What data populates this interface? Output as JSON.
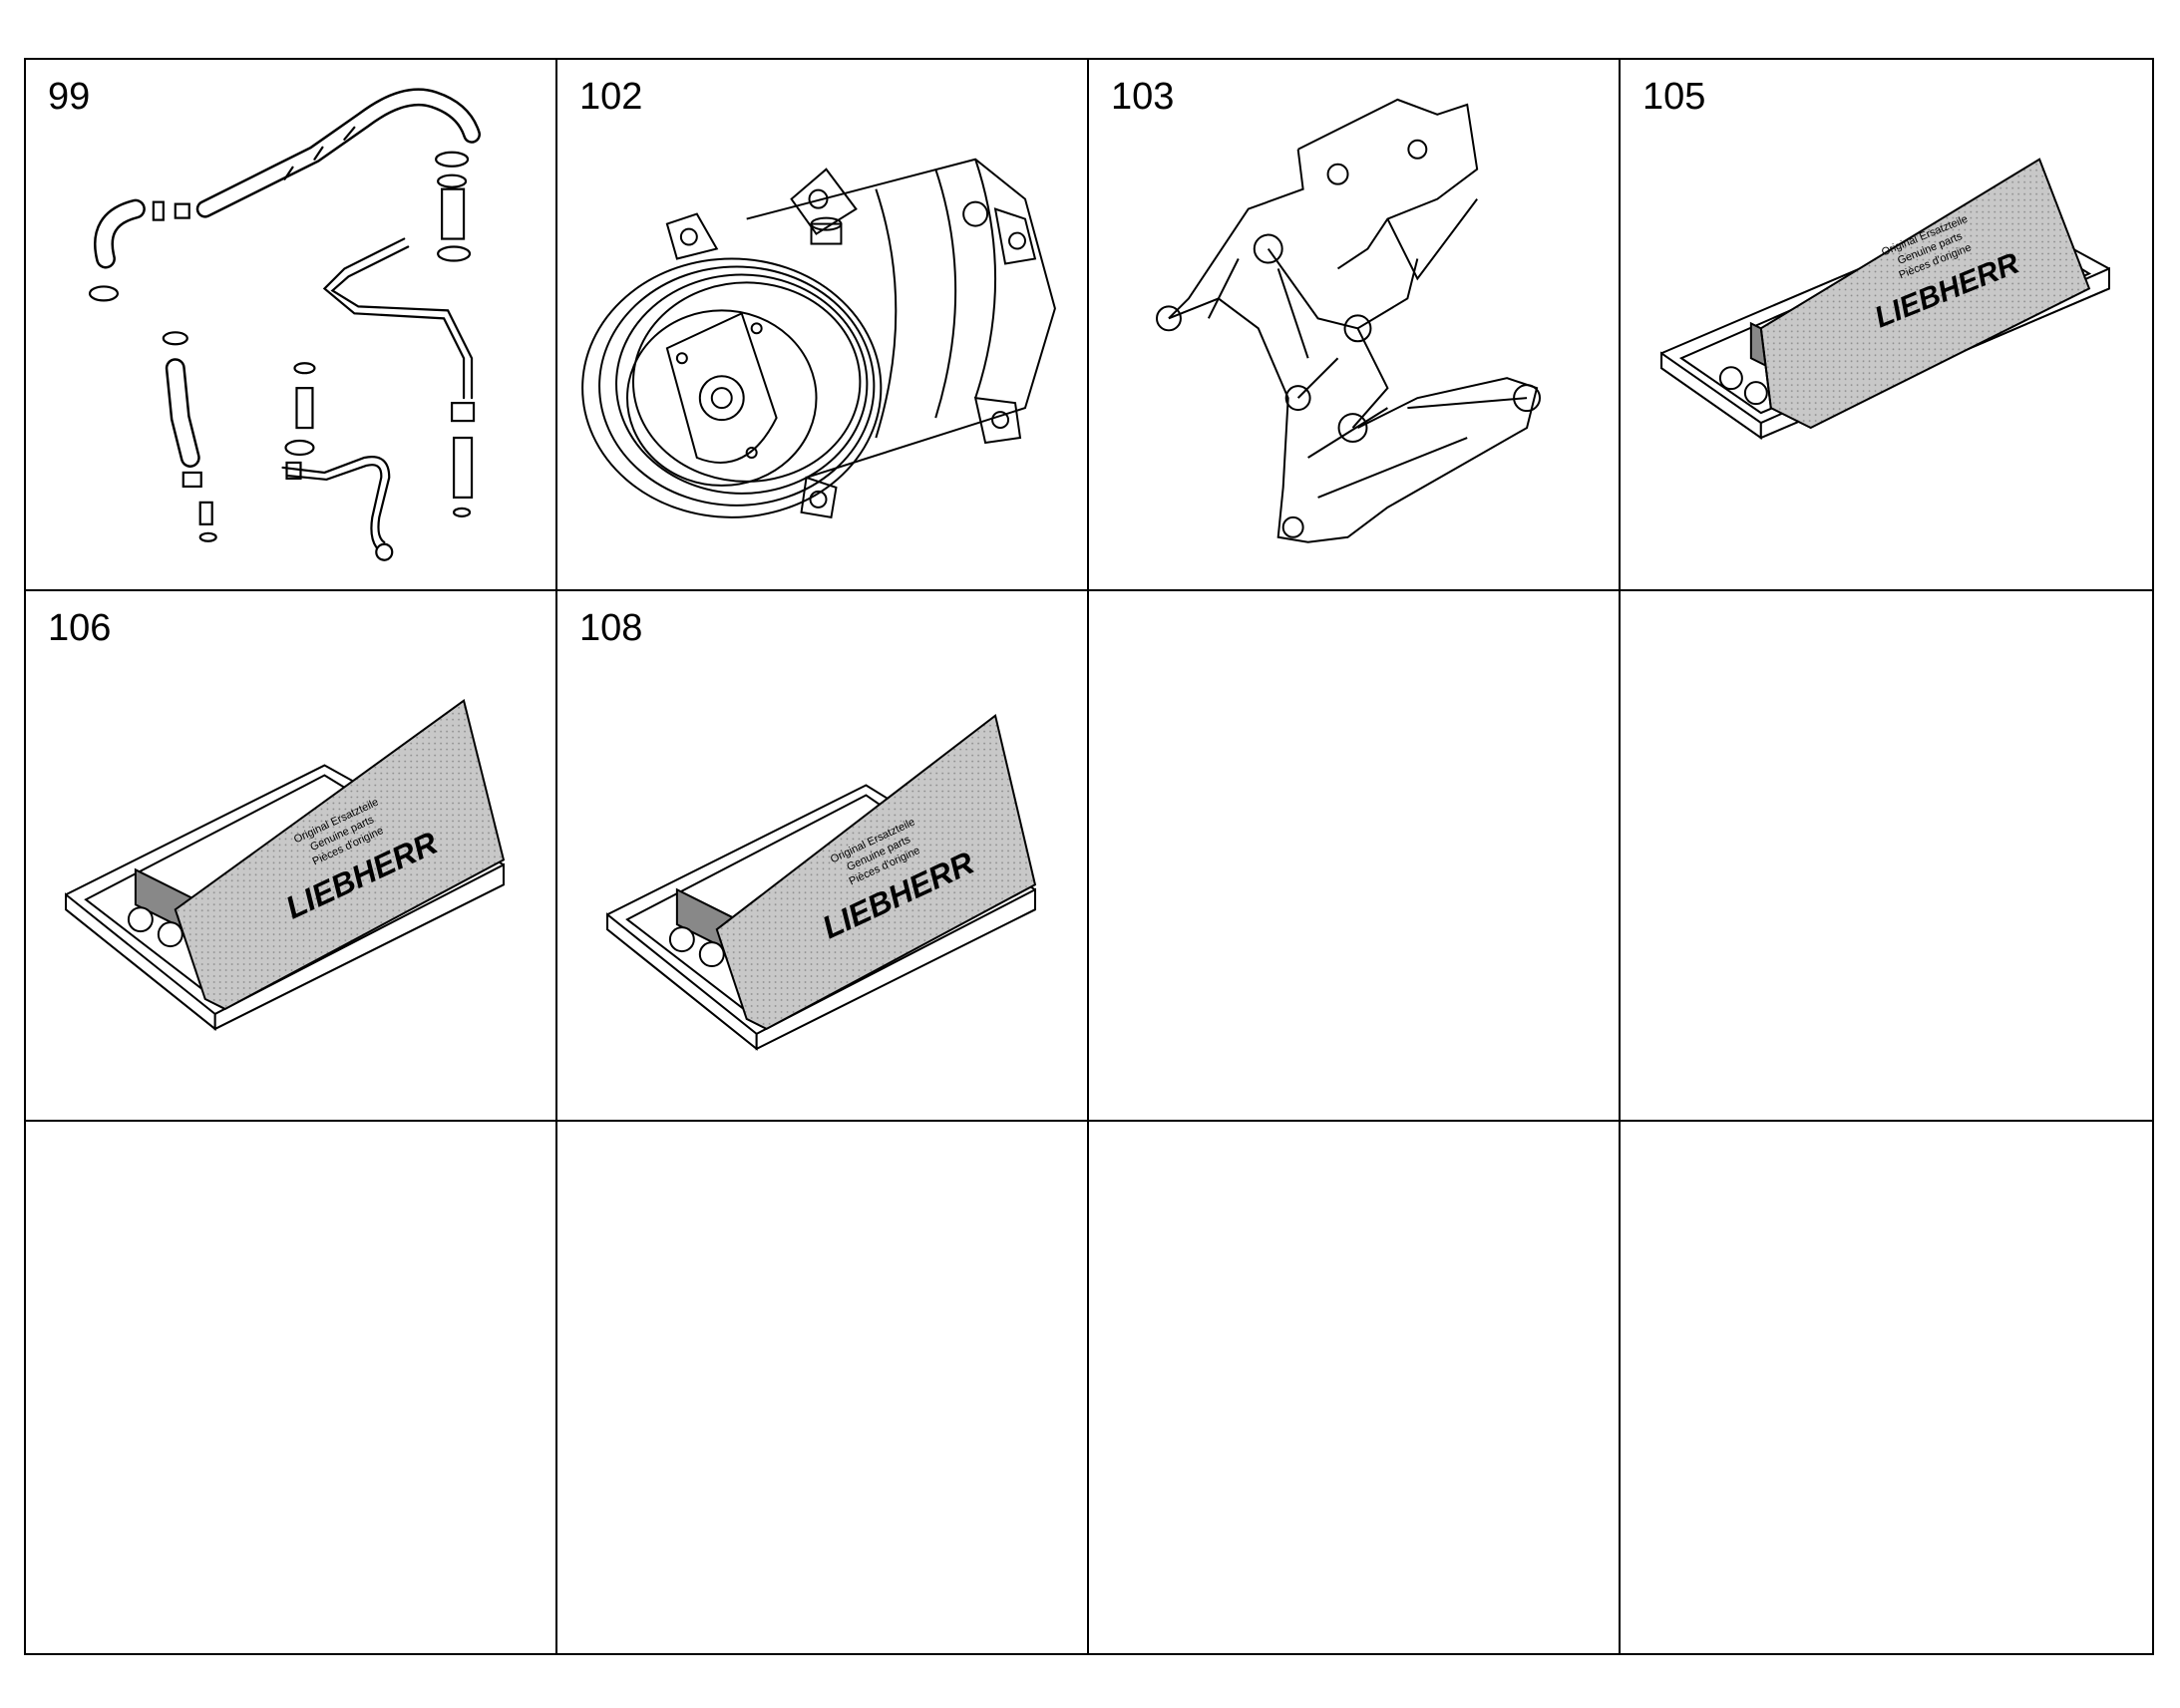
{
  "cells": [
    {
      "number": "99",
      "icon": "hose-kit-icon"
    },
    {
      "number": "102",
      "icon": "compressor-icon"
    },
    {
      "number": "103",
      "icon": "bracket-icon"
    },
    {
      "number": "105",
      "icon": "parts-kit-box-icon"
    },
    {
      "number": "106",
      "icon": "parts-kit-box-icon"
    },
    {
      "number": "108",
      "icon": "parts-kit-box-icon"
    },
    {
      "number": ""
    },
    {
      "number": ""
    },
    {
      "number": ""
    },
    {
      "number": ""
    },
    {
      "number": ""
    },
    {
      "number": ""
    }
  ],
  "kit": {
    "line1": "Original Ersatzteile",
    "line2": "Genuine parts",
    "line3": "Pièces d'origine",
    "brand": "LIEBHERR"
  }
}
